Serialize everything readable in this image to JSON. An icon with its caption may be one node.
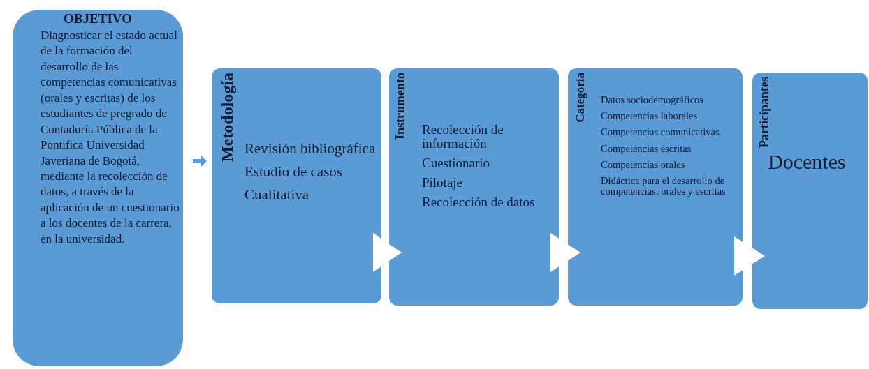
{
  "diagram": {
    "nodes": [
      {
        "text": [
          "OBJETIVO",
          "Diagnosticar el estado actual de la formación del desarrollo de las competencias comunicativas (orales y escritas) de los estudiantes de pregrado de Contaduría Pública de la Pontifica Universidad Javeriana de Bogotá, mediante la recolección de datos, a través de la aplicación de un cuestionario a los docentes de la carrera, en la universidad."
        ]
      },
      {
        "text": [
          "Metodología",
          "Revisión bibliográfica",
          "Estudio de casos",
          "Cualitativa"
        ]
      },
      {
        "text": [
          "Instrumento",
          "Recolección de información",
          "Cuestionario",
          "Pilotaje",
          "Recolección de datos"
        ]
      },
      {
        "text": [
          "Categoría",
          "Datos sociodemográficos",
          "Competencias laborales",
          "Competencias comunicativas",
          "Competencias escritas",
          "Competencias orales",
          "Didáctica para el desarrollo de competencias, orales y escritas"
        ]
      },
      {
        "text": [
          "Participantes",
          "Docentes"
        ]
      }
    ],
    "edges": [
      {
        "from": 0,
        "to": 1,
        "arrow": "to",
        "color": "#5b9bd5"
      },
      {
        "from": 1,
        "to": 2,
        "arrow": "to"
      },
      {
        "from": 2,
        "to": 3,
        "arrow": "to"
      },
      {
        "from": 3,
        "to": 4,
        "arrow": "to"
      }
    ]
  }
}
